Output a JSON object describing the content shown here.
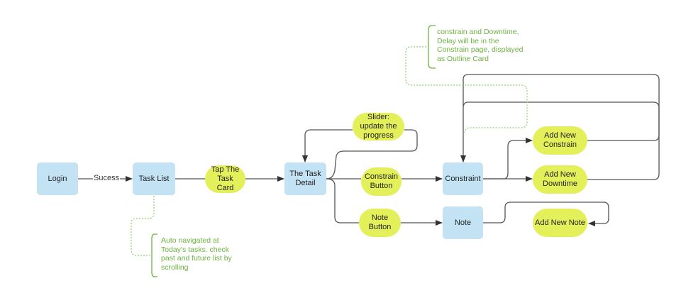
{
  "colors": {
    "screen_fill": "#c3e3f5",
    "action_fill": "#e4f05a",
    "edge": "#555555",
    "annotation": "#6db33f"
  },
  "nodes": {
    "login": "Login",
    "task_list": "Task List",
    "tap_task_card": "Tap The Task Card",
    "task_detail": "The Task Detail",
    "slider": "Slider: update the progress",
    "constrain_button": "Constrain Button",
    "note_button": "Note Button",
    "constraint": "Constraint",
    "note": "Note",
    "add_new_constrain": "Add New Constrain",
    "add_new_downtime": "Add New Downtime",
    "add_new_note": "Add New Note"
  },
  "edge_labels": {
    "login_to_task_list": "Sucess"
  },
  "annotations": {
    "task_list_note": "Auto navigated at Today's tasks. check past and future list by scrolling",
    "constraint_note": "constrain and Downtime, Delay will be in the Constrain page, displayed as Outline Card"
  }
}
